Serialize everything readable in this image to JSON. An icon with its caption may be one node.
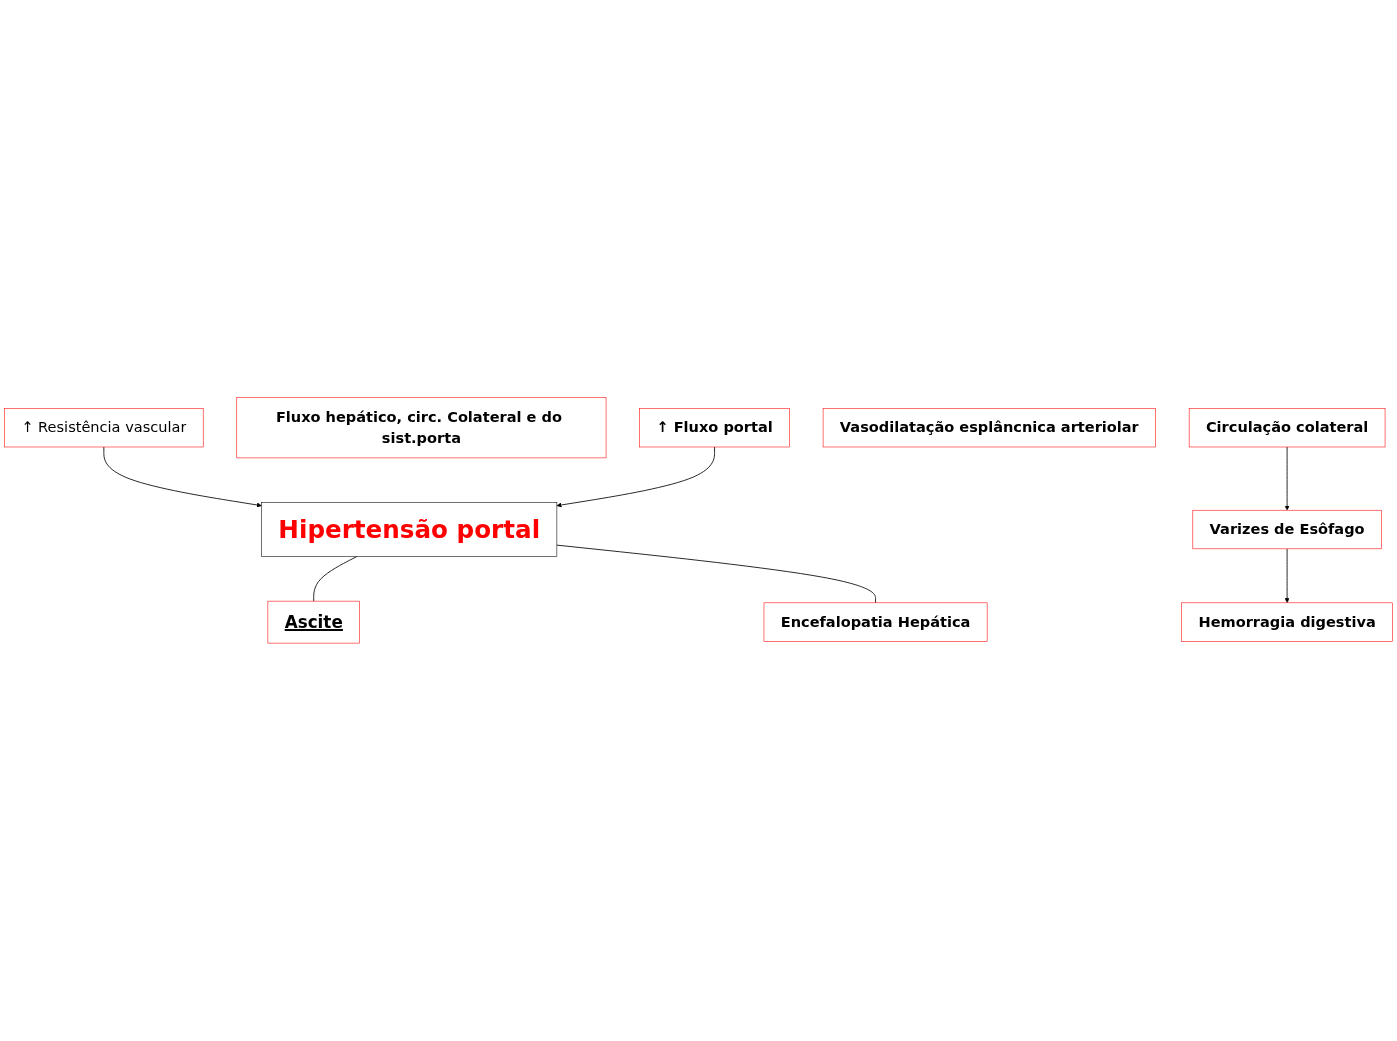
{
  "diagram": {
    "nodes": [
      {
        "text": [
          "↑ Resistência vascular"
        ]
      },
      {
        "text": [
          "Fluxo hepático, circ. Colateral e do sist.porta"
        ]
      },
      {
        "text": [
          "↑ Fluxo portal"
        ]
      },
      {
        "text": [
          "Vasodilatação esplâncnica arteriolar"
        ]
      },
      {
        "text": [
          "Hipertensão portal"
        ]
      },
      {
        "text": [
          "Ascite"
        ]
      },
      {
        "text": [
          "Encefalopatia Hepática"
        ]
      },
      {
        "text": [
          "Circulação colateral"
        ]
      },
      {
        "text": [
          "Varizes de Esôfago"
        ]
      },
      {
        "text": [
          "Hemorragia digestiva"
        ]
      }
    ],
    "edges": [
      {
        "from": 0,
        "to": 4,
        "arrow": "to"
      },
      {
        "from": 2,
        "to": 4,
        "arrow": "to"
      },
      {
        "from": 4,
        "to": 5,
        "arrow": "none"
      },
      {
        "from": 4,
        "to": 6,
        "arrow": "none"
      },
      {
        "from": 7,
        "to": 8,
        "arrow": "to"
      },
      {
        "from": 8,
        "to": 9,
        "arrow": "to"
      }
    ]
  }
}
